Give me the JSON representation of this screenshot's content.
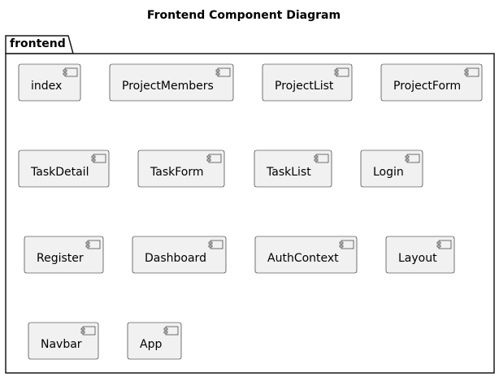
{
  "diagram": {
    "title": "Frontend Component Diagram",
    "package": {
      "name": "frontend",
      "components": [
        "index",
        "ProjectMembers",
        "ProjectList",
        "ProjectForm",
        "TaskDetail",
        "TaskForm",
        "TaskList",
        "Login",
        "Register",
        "Dashboard",
        "AuthContext",
        "Layout",
        "Navbar",
        "App"
      ]
    },
    "colors": {
      "component_fill": "#f1f1f1",
      "border": "#181818",
      "background": "#ffffff"
    }
  }
}
